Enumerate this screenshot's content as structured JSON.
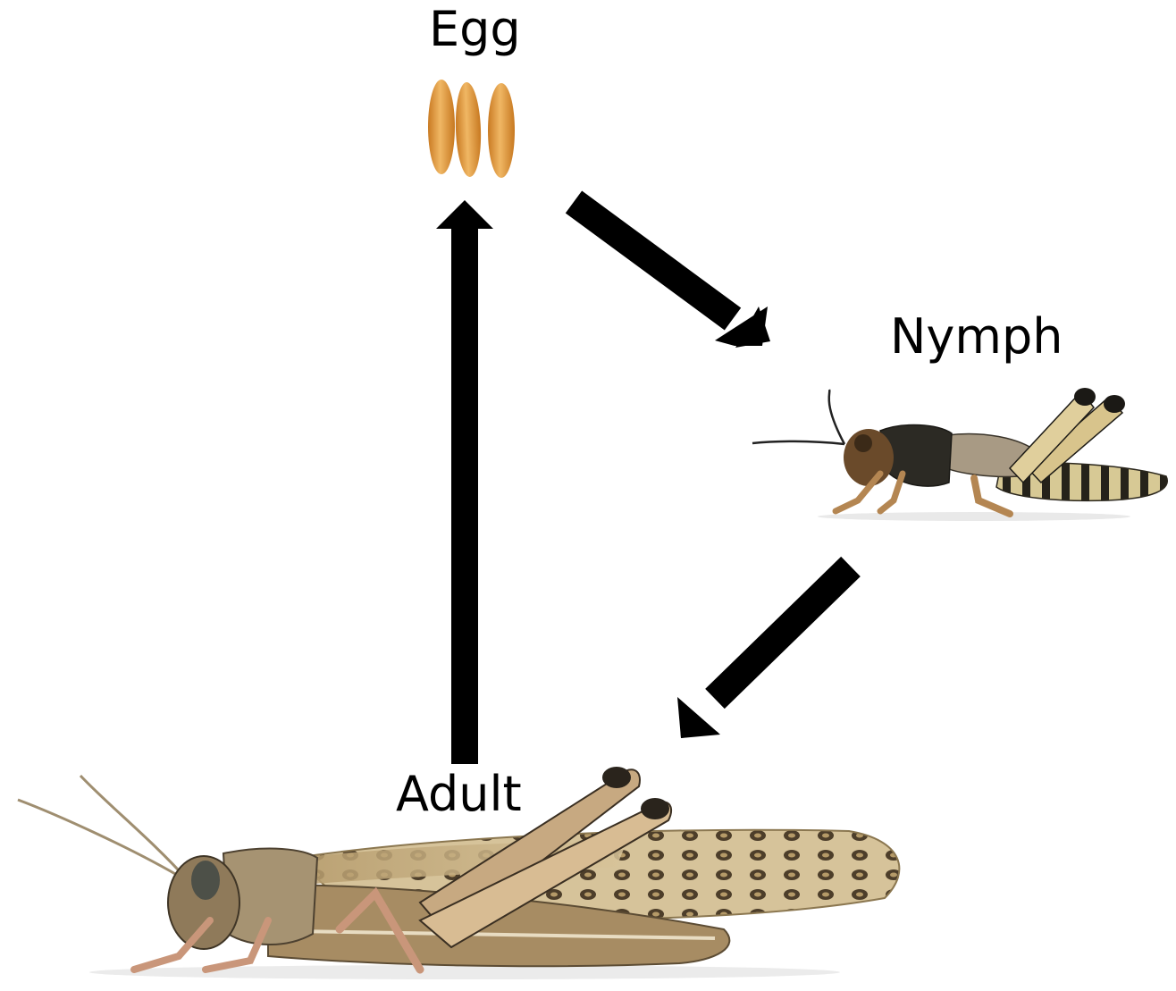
{
  "stages": {
    "egg": {
      "label": "Egg",
      "icon": "locust-eggs"
    },
    "nymph": {
      "label": "Nymph",
      "icon": "locust-nymph"
    },
    "adult": {
      "label": "Adult",
      "icon": "locust-adult"
    }
  },
  "arrows": [
    {
      "from": "egg",
      "to": "nymph"
    },
    {
      "from": "nymph",
      "to": "adult"
    },
    {
      "from": "adult",
      "to": "egg"
    }
  ],
  "colors": {
    "background": "#ffffff",
    "arrow": "#000000",
    "egg": "#e3a04a",
    "insect_body": "#b9a27a"
  }
}
